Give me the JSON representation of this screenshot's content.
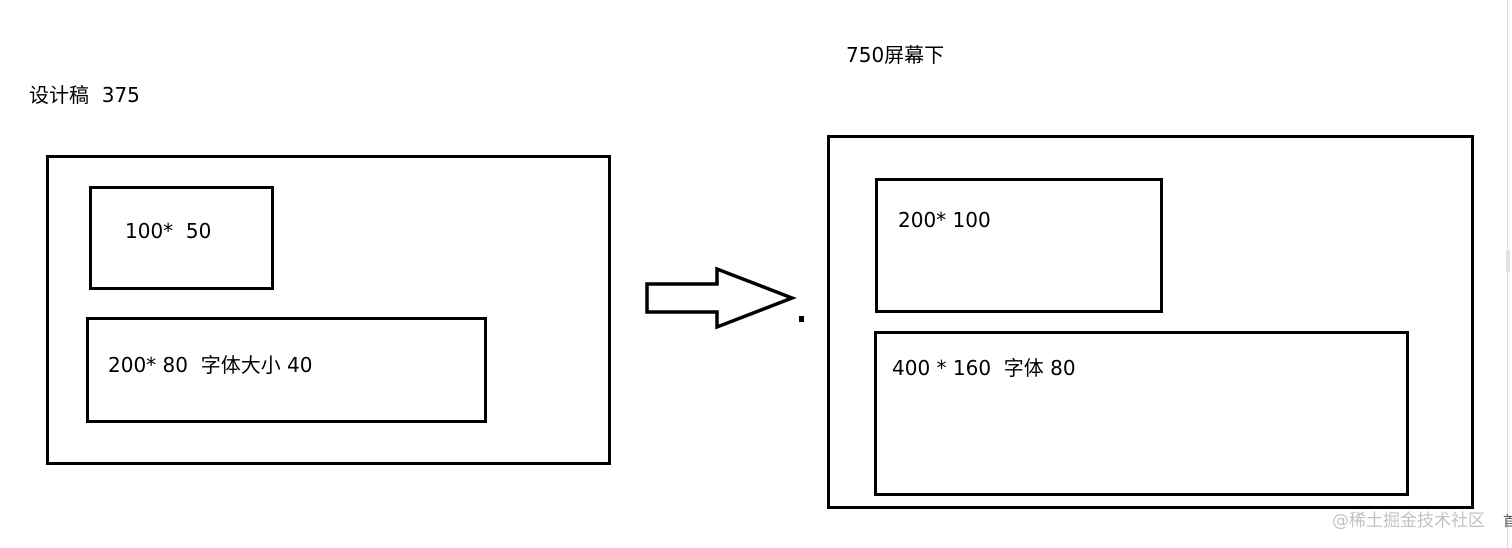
{
  "left_panel": {
    "title": "设计稿  375",
    "small_box_label": "100*  50",
    "large_box_label": "200* 80  字体大小 40"
  },
  "right_panel": {
    "title": "750屏幕下",
    "small_box_label": "200* 100",
    "large_box_label": "400 * 160  字体 80"
  },
  "watermark": "@稀土掘金技术社区",
  "corner_glyph": "首",
  "colors": {
    "stroke": "#000000",
    "background": "#ffffff",
    "watermark": "#c2c2c2"
  },
  "icons": {
    "arrow": "right-arrow-icon"
  }
}
